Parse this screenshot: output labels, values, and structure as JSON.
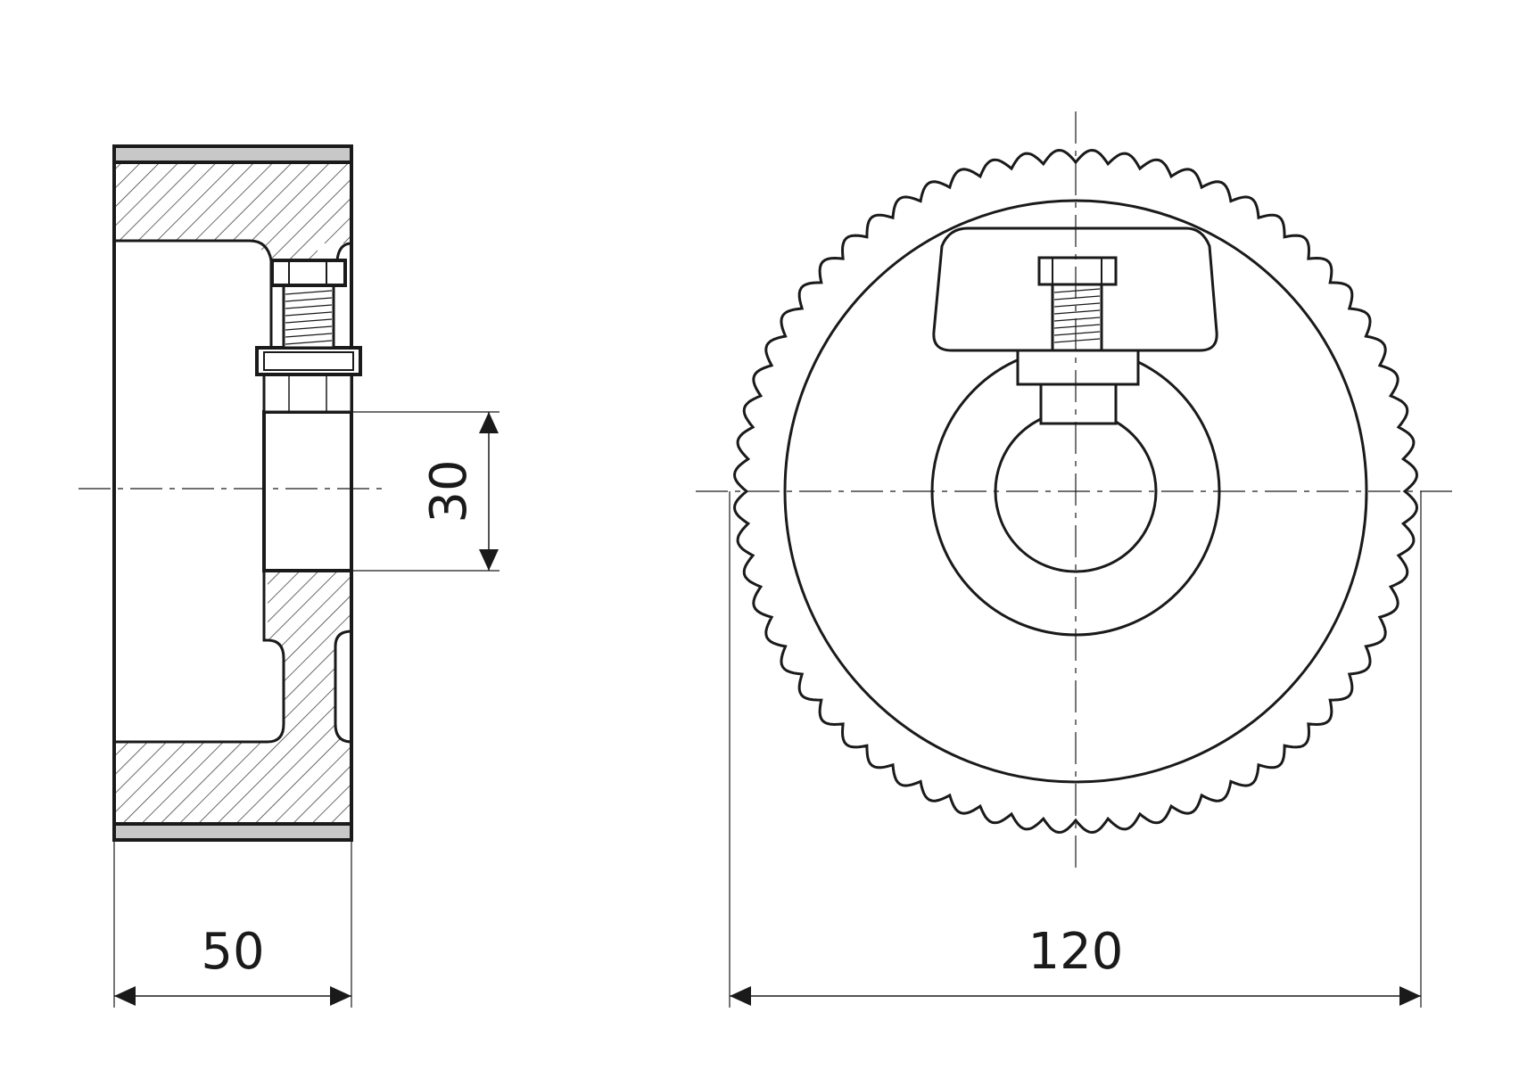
{
  "colors": {
    "line": "#1a1a1a",
    "hatch": "#3a3a3a",
    "tread": "#c8c8c8",
    "background": "#ffffff"
  },
  "views": {
    "side": {
      "width_dimension": "50",
      "bore_dimension": "30"
    },
    "front": {
      "diameter_dimension": "120"
    }
  }
}
